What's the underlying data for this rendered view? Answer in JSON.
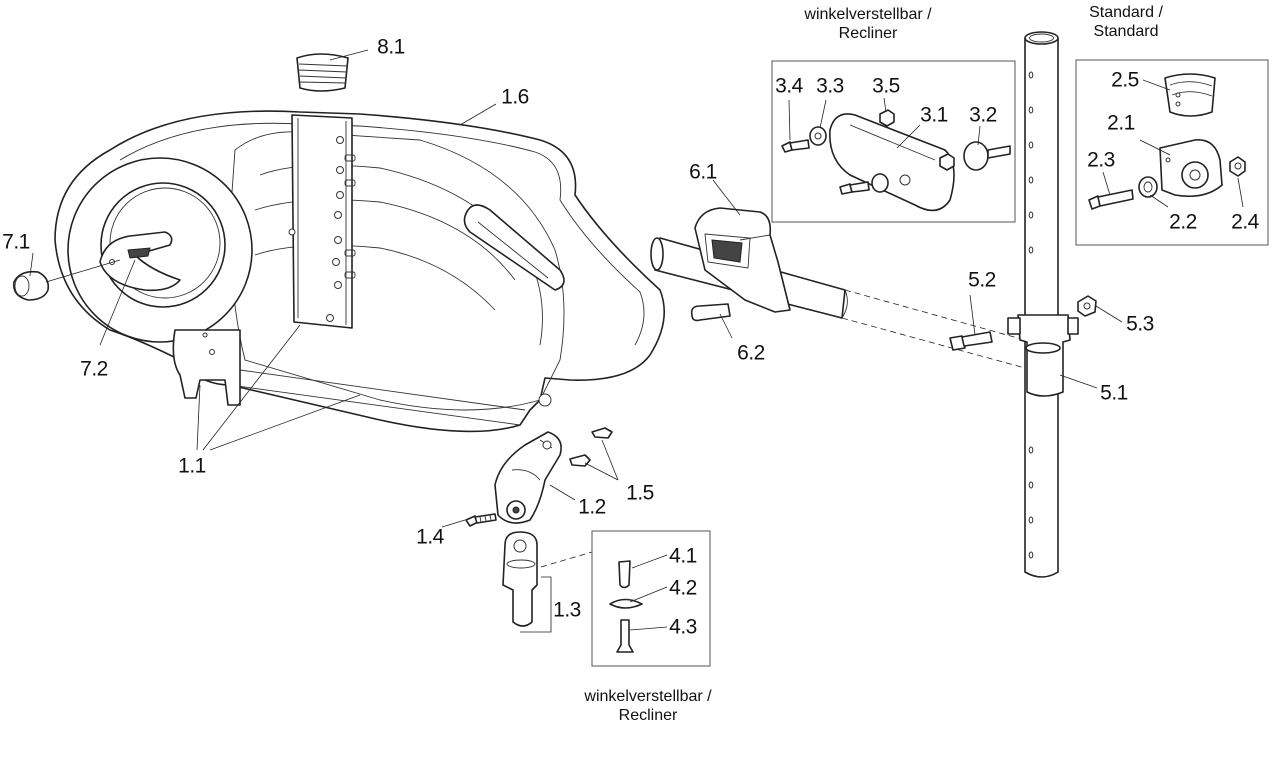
{
  "captions": {
    "recliner_top": {
      "line1": "winkelverstellbar /",
      "line2": "Recliner"
    },
    "standard": {
      "line1": "Standard /",
      "line2": "Standard"
    },
    "recliner_bottom": {
      "line1": "winkelverstellbar /",
      "line2": "Recliner"
    }
  },
  "labels": {
    "p8_1": "8.1",
    "p1_6": "1.6",
    "p7_1": "7.1",
    "p7_2": "7.2",
    "p1_1": "1.1",
    "p1_2": "1.2",
    "p1_3": "1.3",
    "p1_4": "1.4",
    "p1_5": "1.5",
    "p4_1": "4.1",
    "p4_2": "4.2",
    "p4_3": "4.3",
    "p6_1": "6.1",
    "p6_2": "6.2",
    "p3_1": "3.1",
    "p3_2": "3.2",
    "p3_3": "3.3",
    "p3_4": "3.4",
    "p3_5": "3.5",
    "p2_1": "2.1",
    "p2_2": "2.2",
    "p2_3": "2.3",
    "p2_4": "2.4",
    "p2_5": "2.5",
    "p5_1": "5.1",
    "p5_2": "5.2",
    "p5_3": "5.3"
  }
}
